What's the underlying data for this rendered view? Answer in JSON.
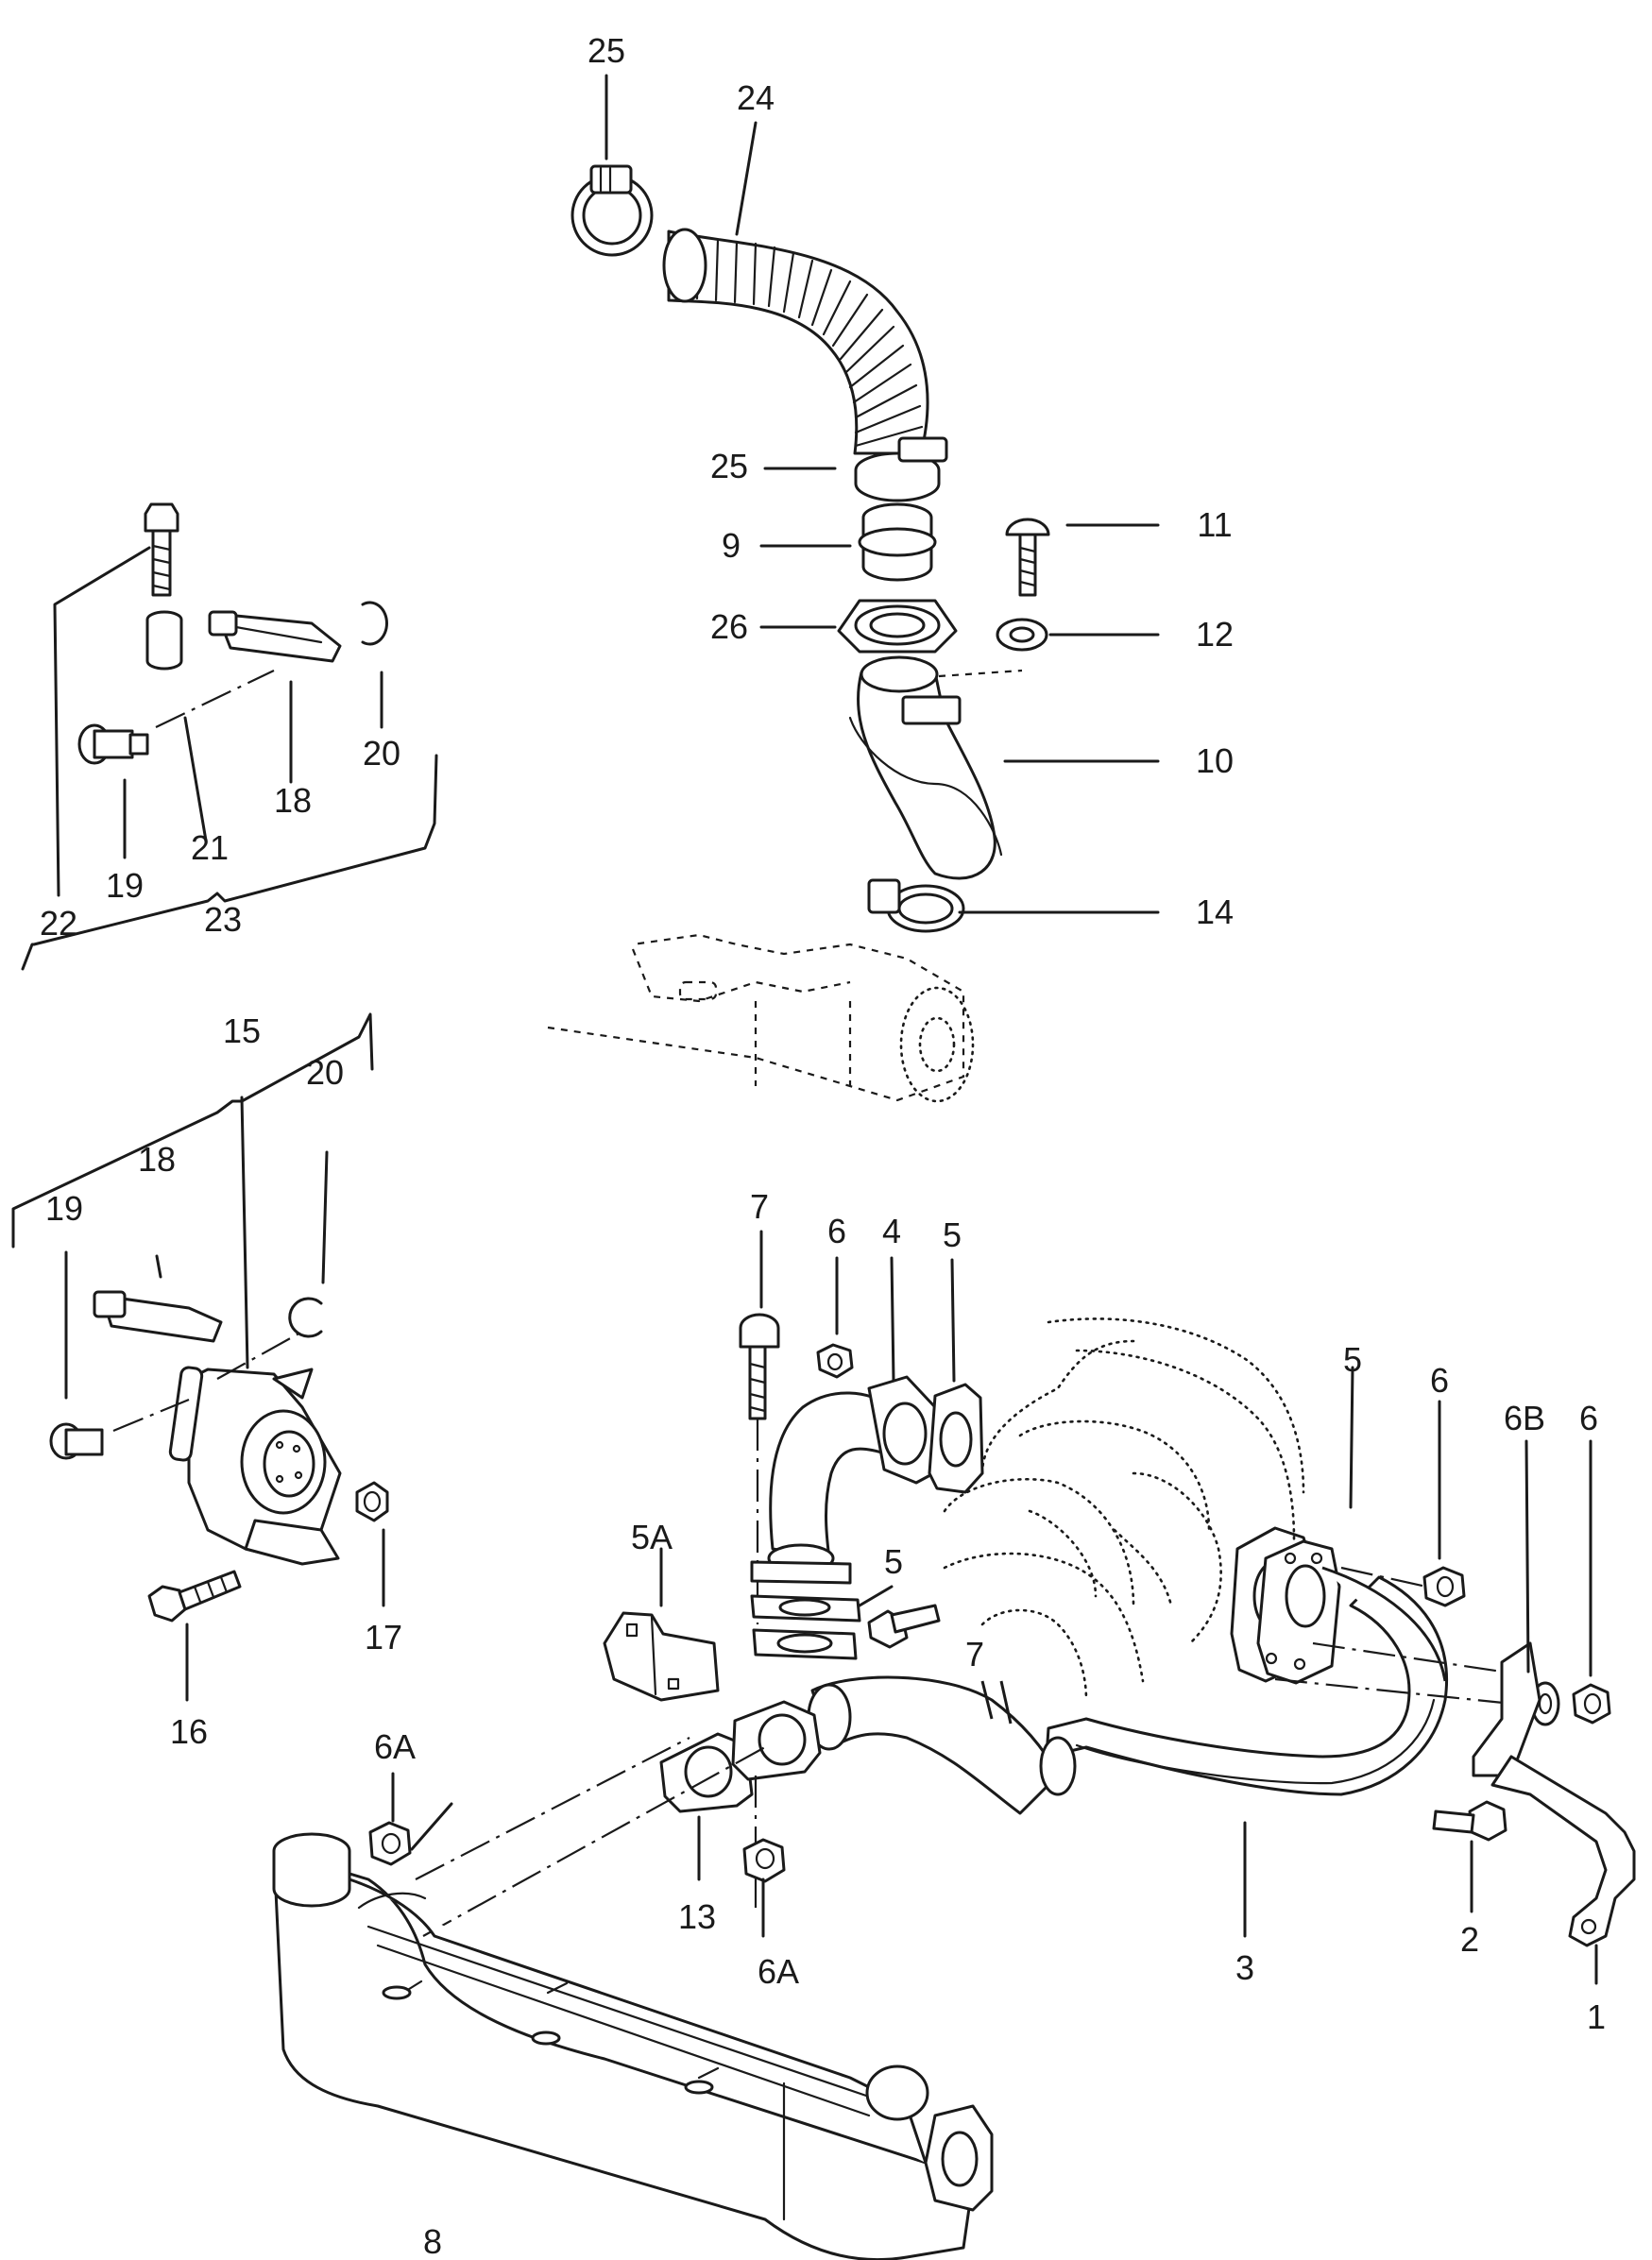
{
  "callouts": [
    {
      "id": "25-top",
      "text": "25"
    },
    {
      "id": "24",
      "text": "24"
    },
    {
      "id": "25-mid",
      "text": "25"
    },
    {
      "id": "9",
      "text": "9"
    },
    {
      "id": "26",
      "text": "26"
    },
    {
      "id": "11",
      "text": "11"
    },
    {
      "id": "12",
      "text": "12"
    },
    {
      "id": "10",
      "text": "10"
    },
    {
      "id": "14",
      "text": "14"
    },
    {
      "id": "22",
      "text": "22"
    },
    {
      "id": "21",
      "text": "21"
    },
    {
      "id": "18-upper",
      "text": "18"
    },
    {
      "id": "20-upper",
      "text": "20"
    },
    {
      "id": "19-upper",
      "text": "19"
    },
    {
      "id": "23",
      "text": "23"
    },
    {
      "id": "15",
      "text": "15"
    },
    {
      "id": "20-lower",
      "text": "20"
    },
    {
      "id": "18-lower",
      "text": "18"
    },
    {
      "id": "19-lower",
      "text": "19"
    },
    {
      "id": "17",
      "text": "17"
    },
    {
      "id": "16",
      "text": "16"
    },
    {
      "id": "7-top",
      "text": "7"
    },
    {
      "id": "6-left",
      "text": "6"
    },
    {
      "id": "4",
      "text": "4"
    },
    {
      "id": "5-top",
      "text": "5"
    },
    {
      "id": "5A",
      "text": "5A"
    },
    {
      "id": "5-mid",
      "text": "5"
    },
    {
      "id": "7-mid",
      "text": "7"
    },
    {
      "id": "5-right",
      "text": "5"
    },
    {
      "id": "6-mid",
      "text": "6"
    },
    {
      "id": "6B",
      "text": "6B"
    },
    {
      "id": "6-right",
      "text": "6"
    },
    {
      "id": "6A-left",
      "text": "6A"
    },
    {
      "id": "13",
      "text": "13"
    },
    {
      "id": "6A-bottom",
      "text": "6A"
    },
    {
      "id": "3",
      "text": "3"
    },
    {
      "id": "2",
      "text": "2"
    },
    {
      "id": "1",
      "text": "1"
    },
    {
      "id": "8",
      "text": "8"
    }
  ]
}
